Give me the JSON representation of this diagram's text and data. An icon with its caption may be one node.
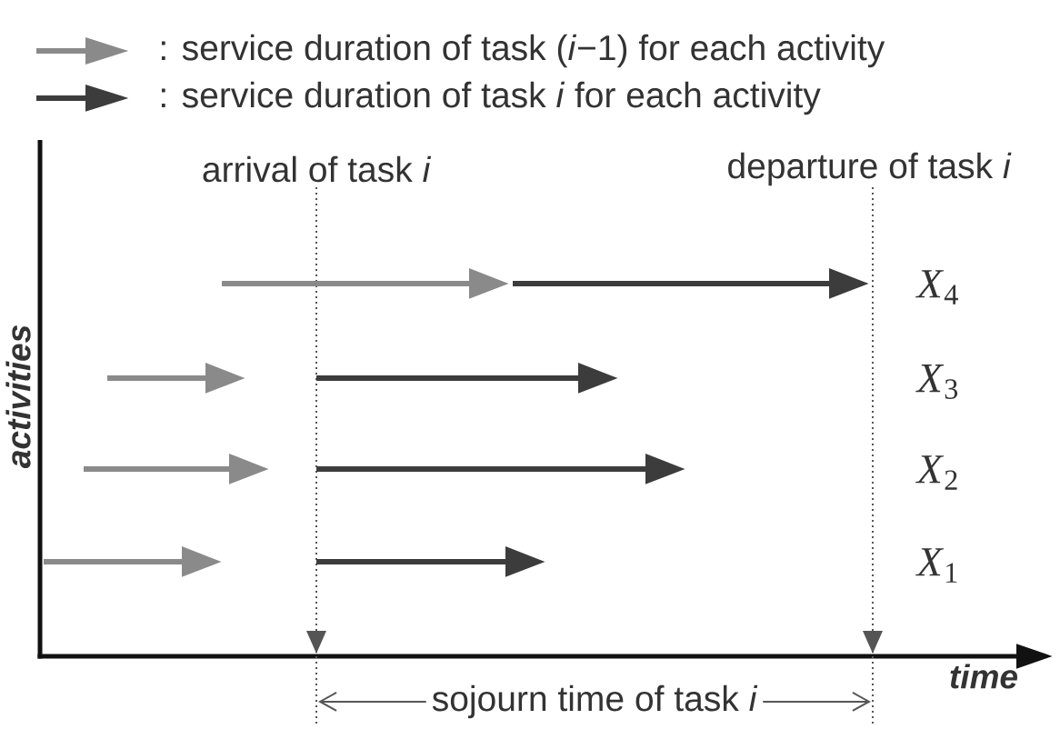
{
  "diagram": {
    "labels": [
      "arrival of task *i*",
      "departure of task *i*",
      "*X*$_{4}$",
      "*X*$_{3}$",
      "*X*$_{2}$",
      "*X*$_{1}$",
      "activities",
      "time",
      "sojourn time of task *i*"
    ],
    "legend": [
      {
        "text": ": service duration of task (*i*−1) for each activity"
      },
      {
        "text": ": service duration of task *i* for each activity"
      }
    ]
  }
}
